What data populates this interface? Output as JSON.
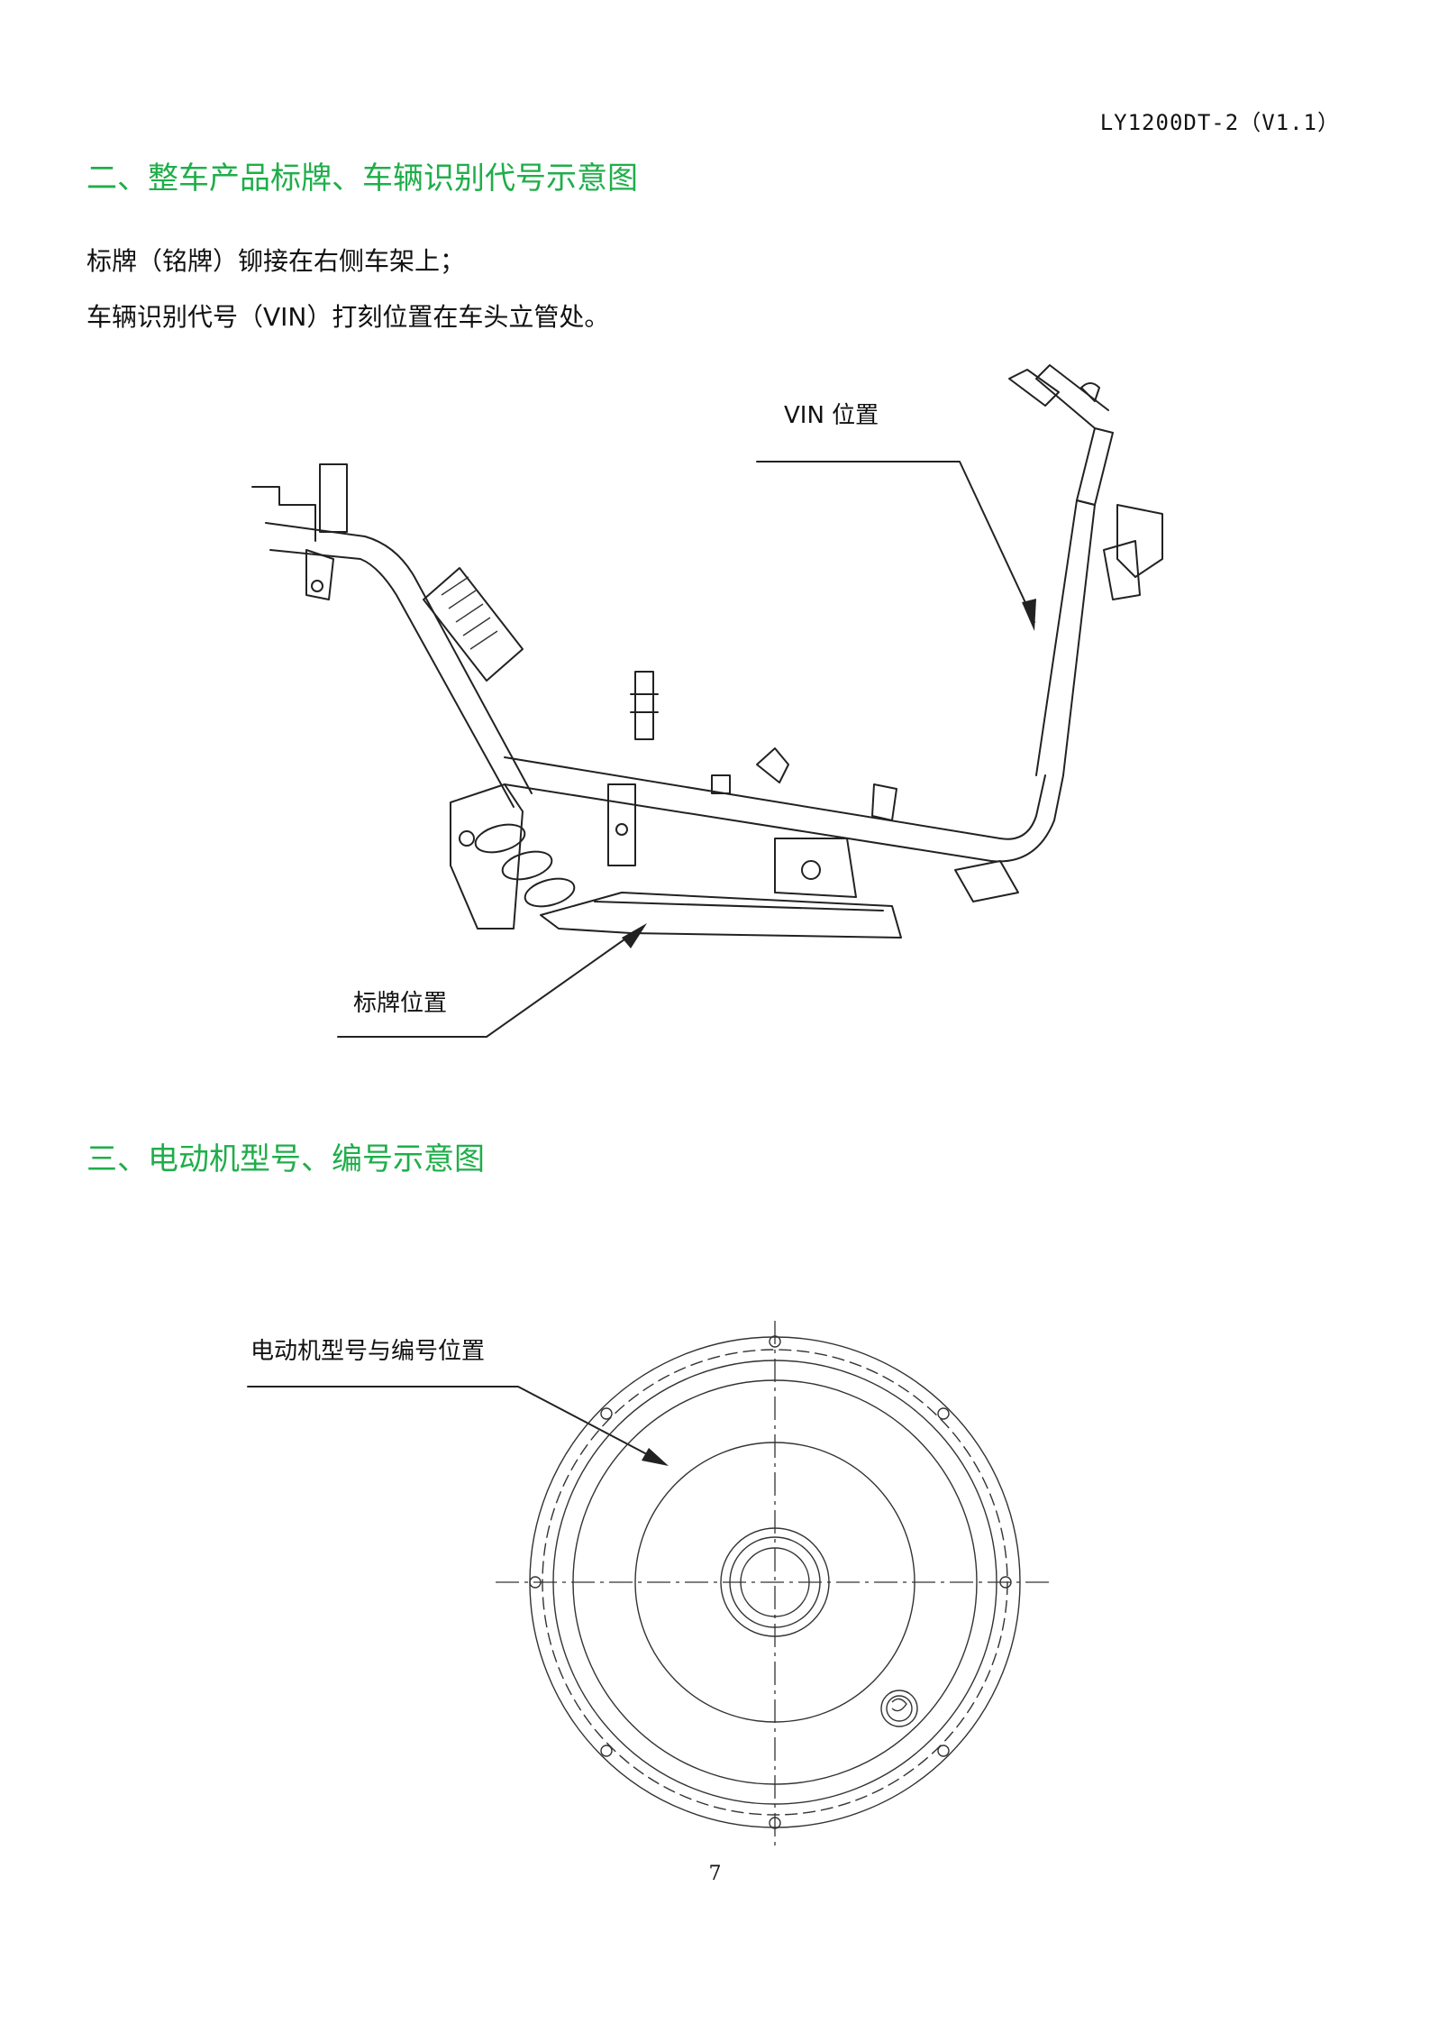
{
  "doc_number": "LY1200DT-2（V1.1）",
  "section2": {
    "heading": "二、整车产品标牌、车辆识别代号示意图",
    "lines": [
      "标牌（铭牌）铆接在右侧车架上；",
      "车辆识别代号（VIN）打刻位置在车头立管处。"
    ],
    "vin_label": "VIN 位置",
    "plate_label": "标牌位置"
  },
  "section3": {
    "heading": "三、电动机型号、编号示意图",
    "motor_label": "电动机型号与编号位置"
  },
  "page_number": "7",
  "colors": {
    "heading": "#1fae4a",
    "text": "#111111",
    "line": "#222222"
  }
}
